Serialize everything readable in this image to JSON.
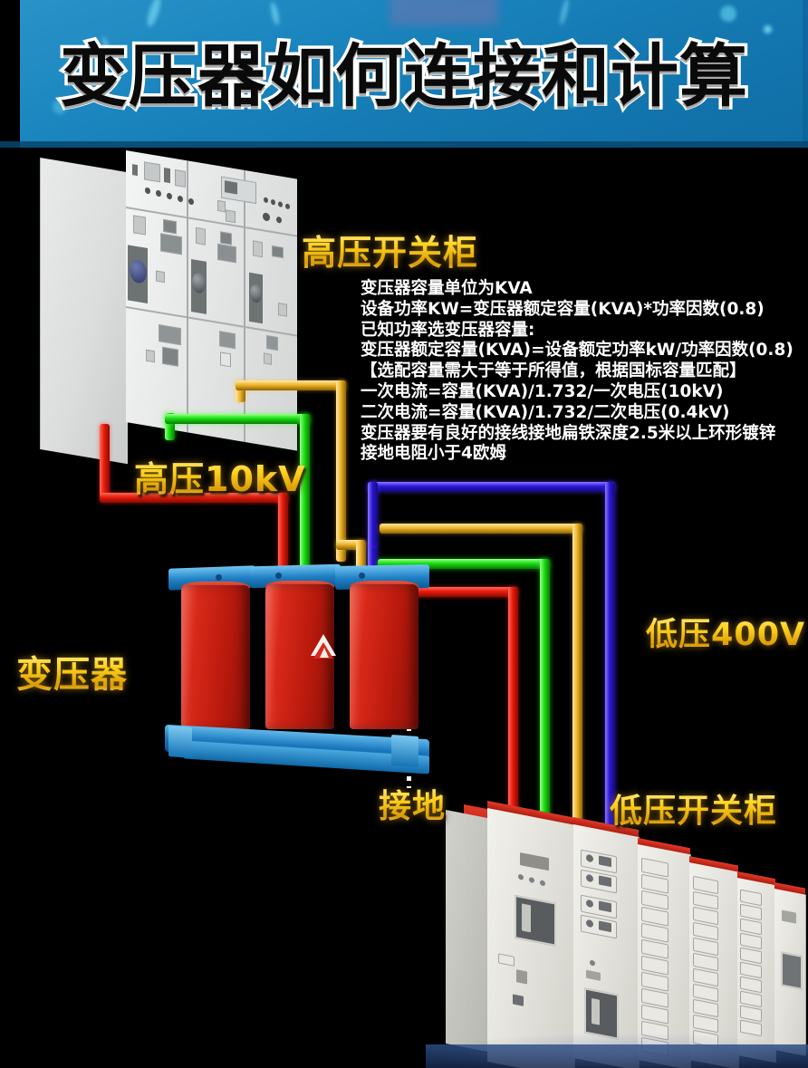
{
  "banner": {
    "title": "变压器如何连接和计算",
    "bg_color": "#1b86bf"
  },
  "labels": {
    "hv_cabinet": "高压开关柜",
    "hv_voltage": "高压10kV",
    "transformer": "变压器",
    "lv_voltage": "低压400V",
    "ground": "接地",
    "lv_cabinet": "低压开关柜",
    "gold_color": "#ffd21e"
  },
  "formula": {
    "lines": [
      "变压器容量单位为KVA",
      "设备功率KW=变压器额定容量(KVA)*功率因数(0.8)",
      "已知功率选变压器容量:",
      "变压器额定容量(KVA)=设备额定功率kW/功率因数(0.8)",
      "【选配容量需大于等于所得值，根据国标容量匹配】",
      "一次电流=容量(KVA)/1.732/一次电压(10kV)",
      "二次电流=容量(KVA)/1.732/二次电压(0.4kV)",
      "变压器要有良好的接线接地扁铁深度2.5米以上环形镀锌",
      "接地电阻小于4欧姆"
    ],
    "text_color": "#ffffff"
  },
  "cables": {
    "hv": [
      {
        "name": "hv-cable-red",
        "color": "#e81b0c"
      },
      {
        "name": "hv-cable-green",
        "color": "#17e010"
      },
      {
        "name": "hv-cable-yellow",
        "color": "#f0b52a"
      }
    ],
    "lv": [
      {
        "name": "lv-cable-red",
        "color": "#e81b0c"
      },
      {
        "name": "lv-cable-green",
        "color": "#17e010"
      },
      {
        "name": "lv-cable-yellow",
        "color": "#f0b52a"
      },
      {
        "name": "lv-cable-blue",
        "color": "#2b16d8"
      }
    ],
    "ground_line_color": "#ffffff"
  },
  "equipment": {
    "hv_cabinet_panels": 3,
    "transformer_coils": 3,
    "transformer_coil_color": "#d8291a",
    "transformer_frame_color": "#1a78bd",
    "lv_cabinet_panels": 6
  }
}
